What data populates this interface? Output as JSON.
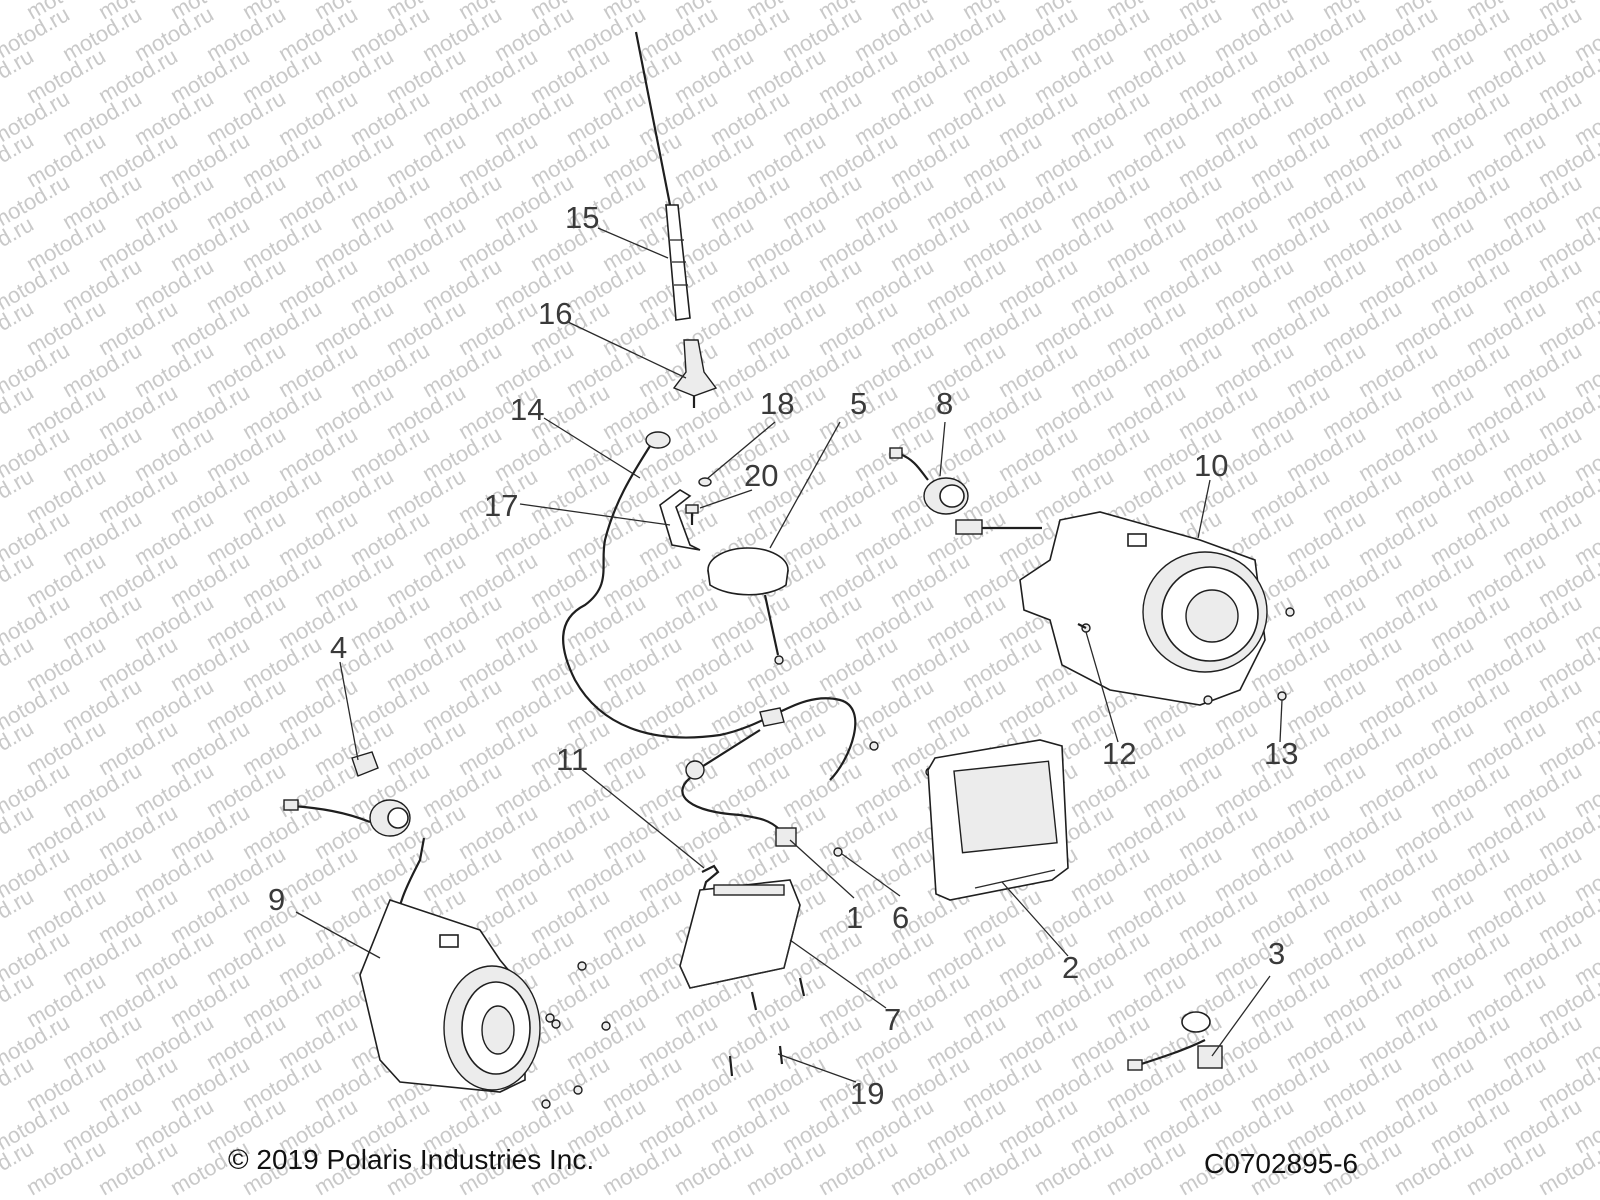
{
  "watermark_text": "motod.ru",
  "copyright": "© 2019 Polaris Industries Inc.",
  "drawing_number": "C0702895-6",
  "callouts": [
    "1",
    "2",
    "3",
    "4",
    "5",
    "6",
    "7",
    "8",
    "9",
    "10",
    "11",
    "12",
    "13",
    "14",
    "15",
    "16",
    "17",
    "18",
    "19",
    "20"
  ],
  "parts": [
    {
      "id": "1",
      "name": "harness-connector"
    },
    {
      "id": "2",
      "name": "display-unit"
    },
    {
      "id": "3",
      "name": "connector-cap"
    },
    {
      "id": "4",
      "name": "connector-bracket"
    },
    {
      "id": "5",
      "name": "gps-antenna"
    },
    {
      "id": "6",
      "name": "screw"
    },
    {
      "id": "7",
      "name": "audio-module"
    },
    {
      "id": "8",
      "name": "tweeter"
    },
    {
      "id": "9",
      "name": "speaker-enclosure-left"
    },
    {
      "id": "10",
      "name": "speaker-enclosure-right"
    },
    {
      "id": "11",
      "name": "clip"
    },
    {
      "id": "12",
      "name": "screw"
    },
    {
      "id": "13",
      "name": "screw"
    },
    {
      "id": "14",
      "name": "antenna-cable"
    },
    {
      "id": "15",
      "name": "whip-antenna"
    },
    {
      "id": "16",
      "name": "antenna-base"
    },
    {
      "id": "17",
      "name": "bracket"
    },
    {
      "id": "18",
      "name": "nut"
    },
    {
      "id": "19",
      "name": "screw"
    },
    {
      "id": "20",
      "name": "screw"
    }
  ]
}
